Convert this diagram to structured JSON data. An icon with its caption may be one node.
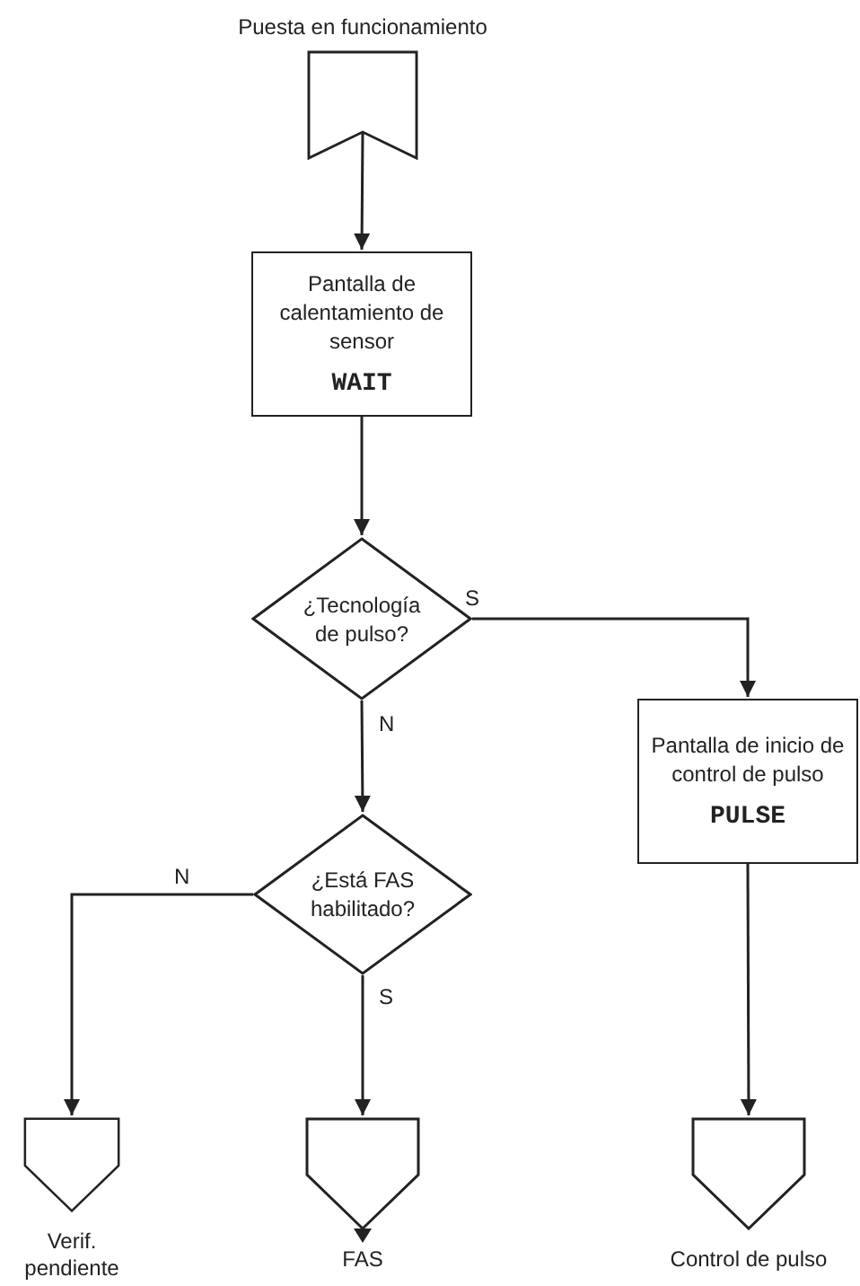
{
  "diagram": {
    "nodes": [
      {
        "text": [
          "Puesta en funcionamiento"
        ]
      },
      {
        "text": [
          "Pantalla de calentamiento de sensor",
          "WAIT"
        ]
      },
      {
        "text": [
          "¿Tecnología de pulso?"
        ]
      },
      {
        "text": [
          "Pantalla de inicio de control de pulso",
          "PULSE"
        ]
      },
      {
        "text": [
          "¿Está FAS habilitado?"
        ]
      },
      {
        "text": [
          "Verif. pendiente"
        ]
      },
      {
        "text": [
          "FAS"
        ]
      },
      {
        "text": [
          "Control de pulso"
        ]
      }
    ],
    "edges": [
      {
        "from": 0,
        "to": 1,
        "arrow": "to"
      },
      {
        "from": 1,
        "to": 2,
        "arrow": "to"
      },
      {
        "from": 2,
        "to": 3,
        "arrow": "to",
        "label": "S"
      },
      {
        "from": 2,
        "to": 4,
        "arrow": "to",
        "label": "N"
      },
      {
        "from": 4,
        "to": 5,
        "arrow": "to",
        "label": "N"
      },
      {
        "from": 4,
        "to": 6,
        "arrow": "to",
        "label": "S"
      },
      {
        "from": 3,
        "to": 7,
        "arrow": "to"
      }
    ]
  }
}
